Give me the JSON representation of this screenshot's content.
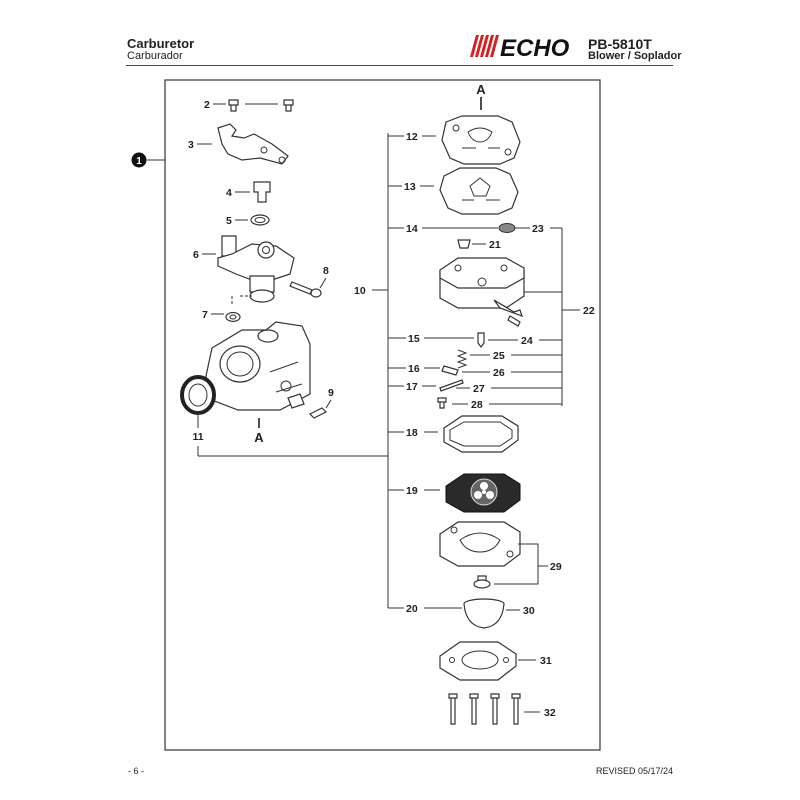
{
  "header": {
    "title": "Carburetor",
    "subtitle": "Carburador",
    "brand": "ECHO",
    "model": "PB-5810T",
    "description": "Blower / Soplador"
  },
  "footer": {
    "page": "- 6 -",
    "revised": "REVISED 05/17/24"
  },
  "callout": {
    "number": "1"
  },
  "section_marks": {
    "top": "A",
    "bottom": "A"
  },
  "labels": {
    "p2": "2",
    "p3": "3",
    "p4": "4",
    "p5": "5",
    "p6": "6",
    "p7": "7",
    "p8": "8",
    "p9": "9",
    "p10": "10",
    "p11": "11",
    "p12": "12",
    "p13": "13",
    "p14": "14",
    "p15": "15",
    "p16": "16",
    "p17": "17",
    "p18": "18",
    "p19": "19",
    "p20": "20",
    "p21": "21",
    "p22": "22",
    "p23": "23",
    "p24": "24",
    "p25": "25",
    "p26": "26",
    "p27": "27",
    "p28": "28",
    "p29": "29",
    "p30": "30",
    "p31": "31",
    "p32": "32"
  },
  "colors": {
    "brand_red": "#d42020",
    "ink": "#222222"
  }
}
